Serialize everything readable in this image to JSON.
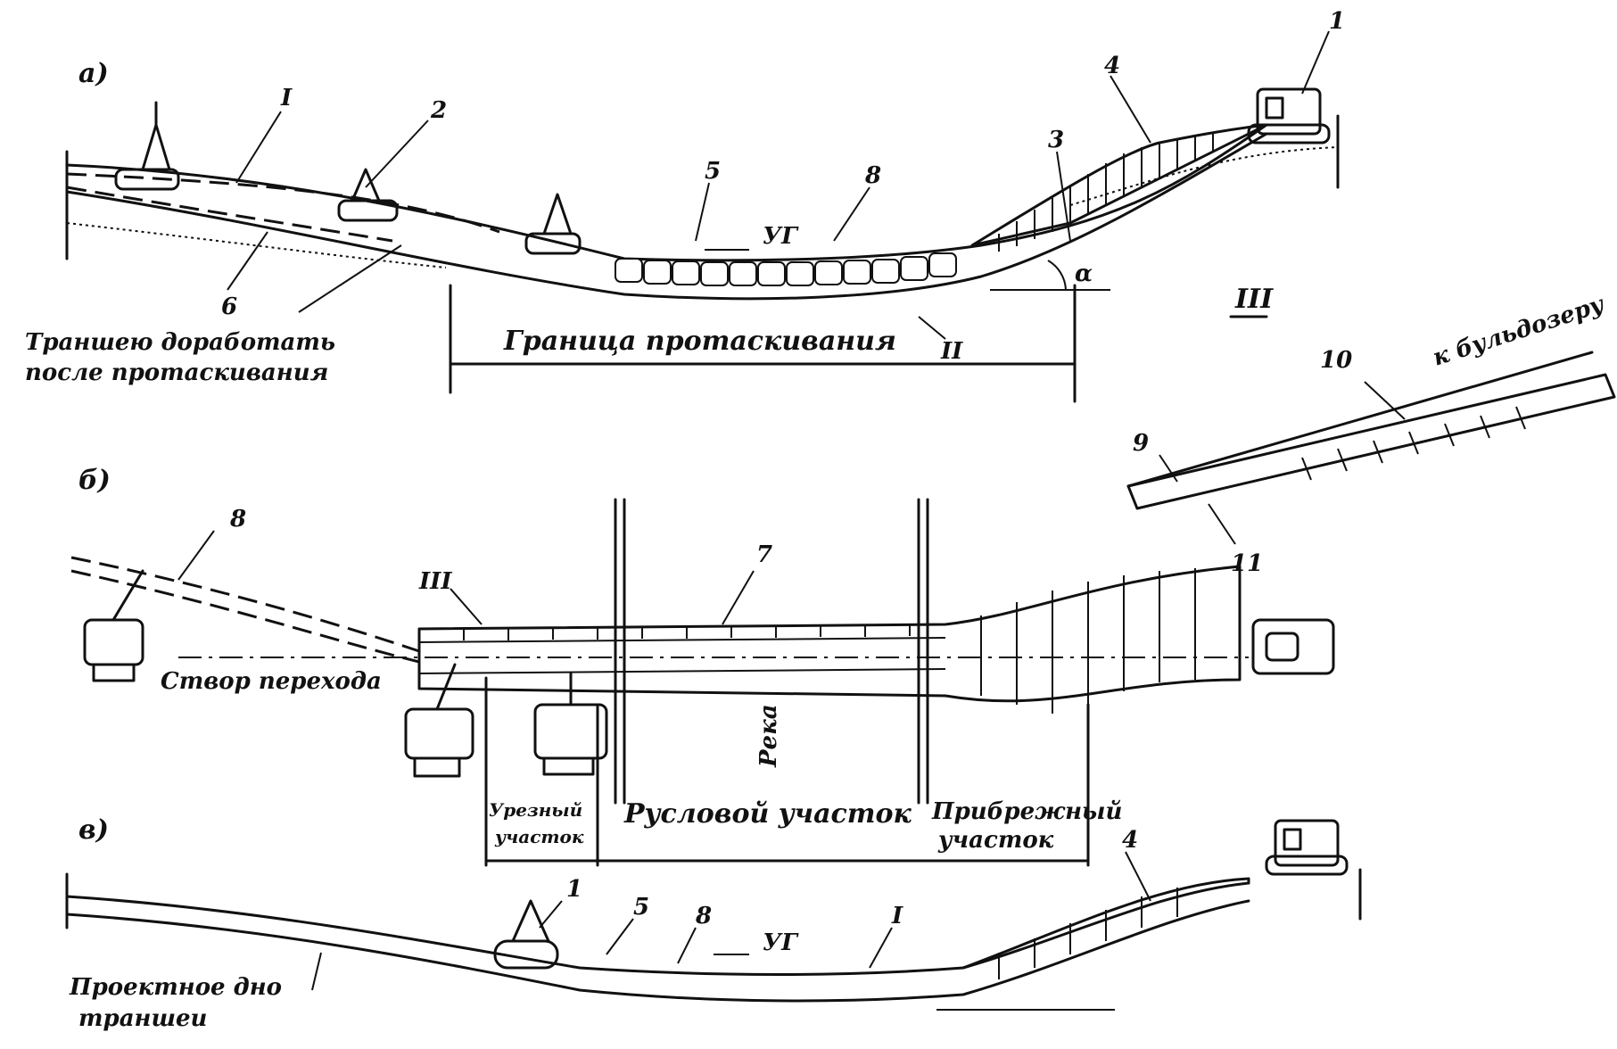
{
  "panels": {
    "a": {
      "letter": "а)"
    },
    "b": {
      "letter": "б)"
    },
    "c": {
      "letter": "в)"
    }
  },
  "labels": {
    "boundary": "Граница протаскивания",
    "trench_rework_line1": "Траншею доработать",
    "trench_rework_line2": "после протаскивания",
    "crossing_axis": "Створ перехода",
    "bank_left_line1": "Урезный",
    "bank_left_line2": "участок",
    "channel": "Русловой участок",
    "bank_right_line1": "Прибрежный",
    "bank_right_line2": "участок",
    "design_bottom_line1": "Проектное дно",
    "design_bottom_line2": "траншеи",
    "to_bulldozer": "к бульдозеру",
    "detail": "III",
    "water_level": "УГ",
    "river": "Река"
  },
  "callouts_a": [
    "1",
    "2",
    "3",
    "4",
    "5",
    "6",
    "8",
    "I",
    "II",
    "α"
  ],
  "callouts_b": [
    "8",
    "III",
    "7"
  ],
  "callouts_c": [
    "1",
    "4",
    "5",
    "8",
    "I"
  ],
  "callouts_detail": [
    "9",
    "10",
    "11"
  ]
}
